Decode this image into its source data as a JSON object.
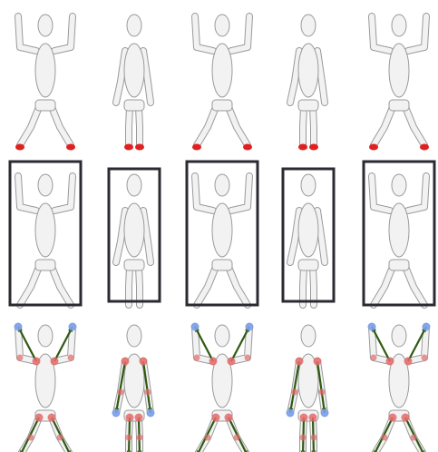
{
  "figure": {
    "rows": [
      {
        "id": "row-feet-highlight",
        "description_free": true
      },
      {
        "id": "row-bounding-box"
      },
      {
        "id": "row-keypoints-vectors"
      }
    ],
    "poses": [
      "arms-up-legs-wide",
      "arms-down-standing",
      "arms-up-legs-wide",
      "arms-down-standing",
      "arms-up-legs-wide"
    ],
    "colors": {
      "mannequin_fill": "#f2f2f2",
      "mannequin_stroke": "#9a9a9a",
      "foot_highlight": "#e02020",
      "box_stroke": "#2a2a32",
      "joint_red": "#e46a6a",
      "joint_blue": "#7aa0ea",
      "arrow_green": "#2f5a12"
    }
  }
}
